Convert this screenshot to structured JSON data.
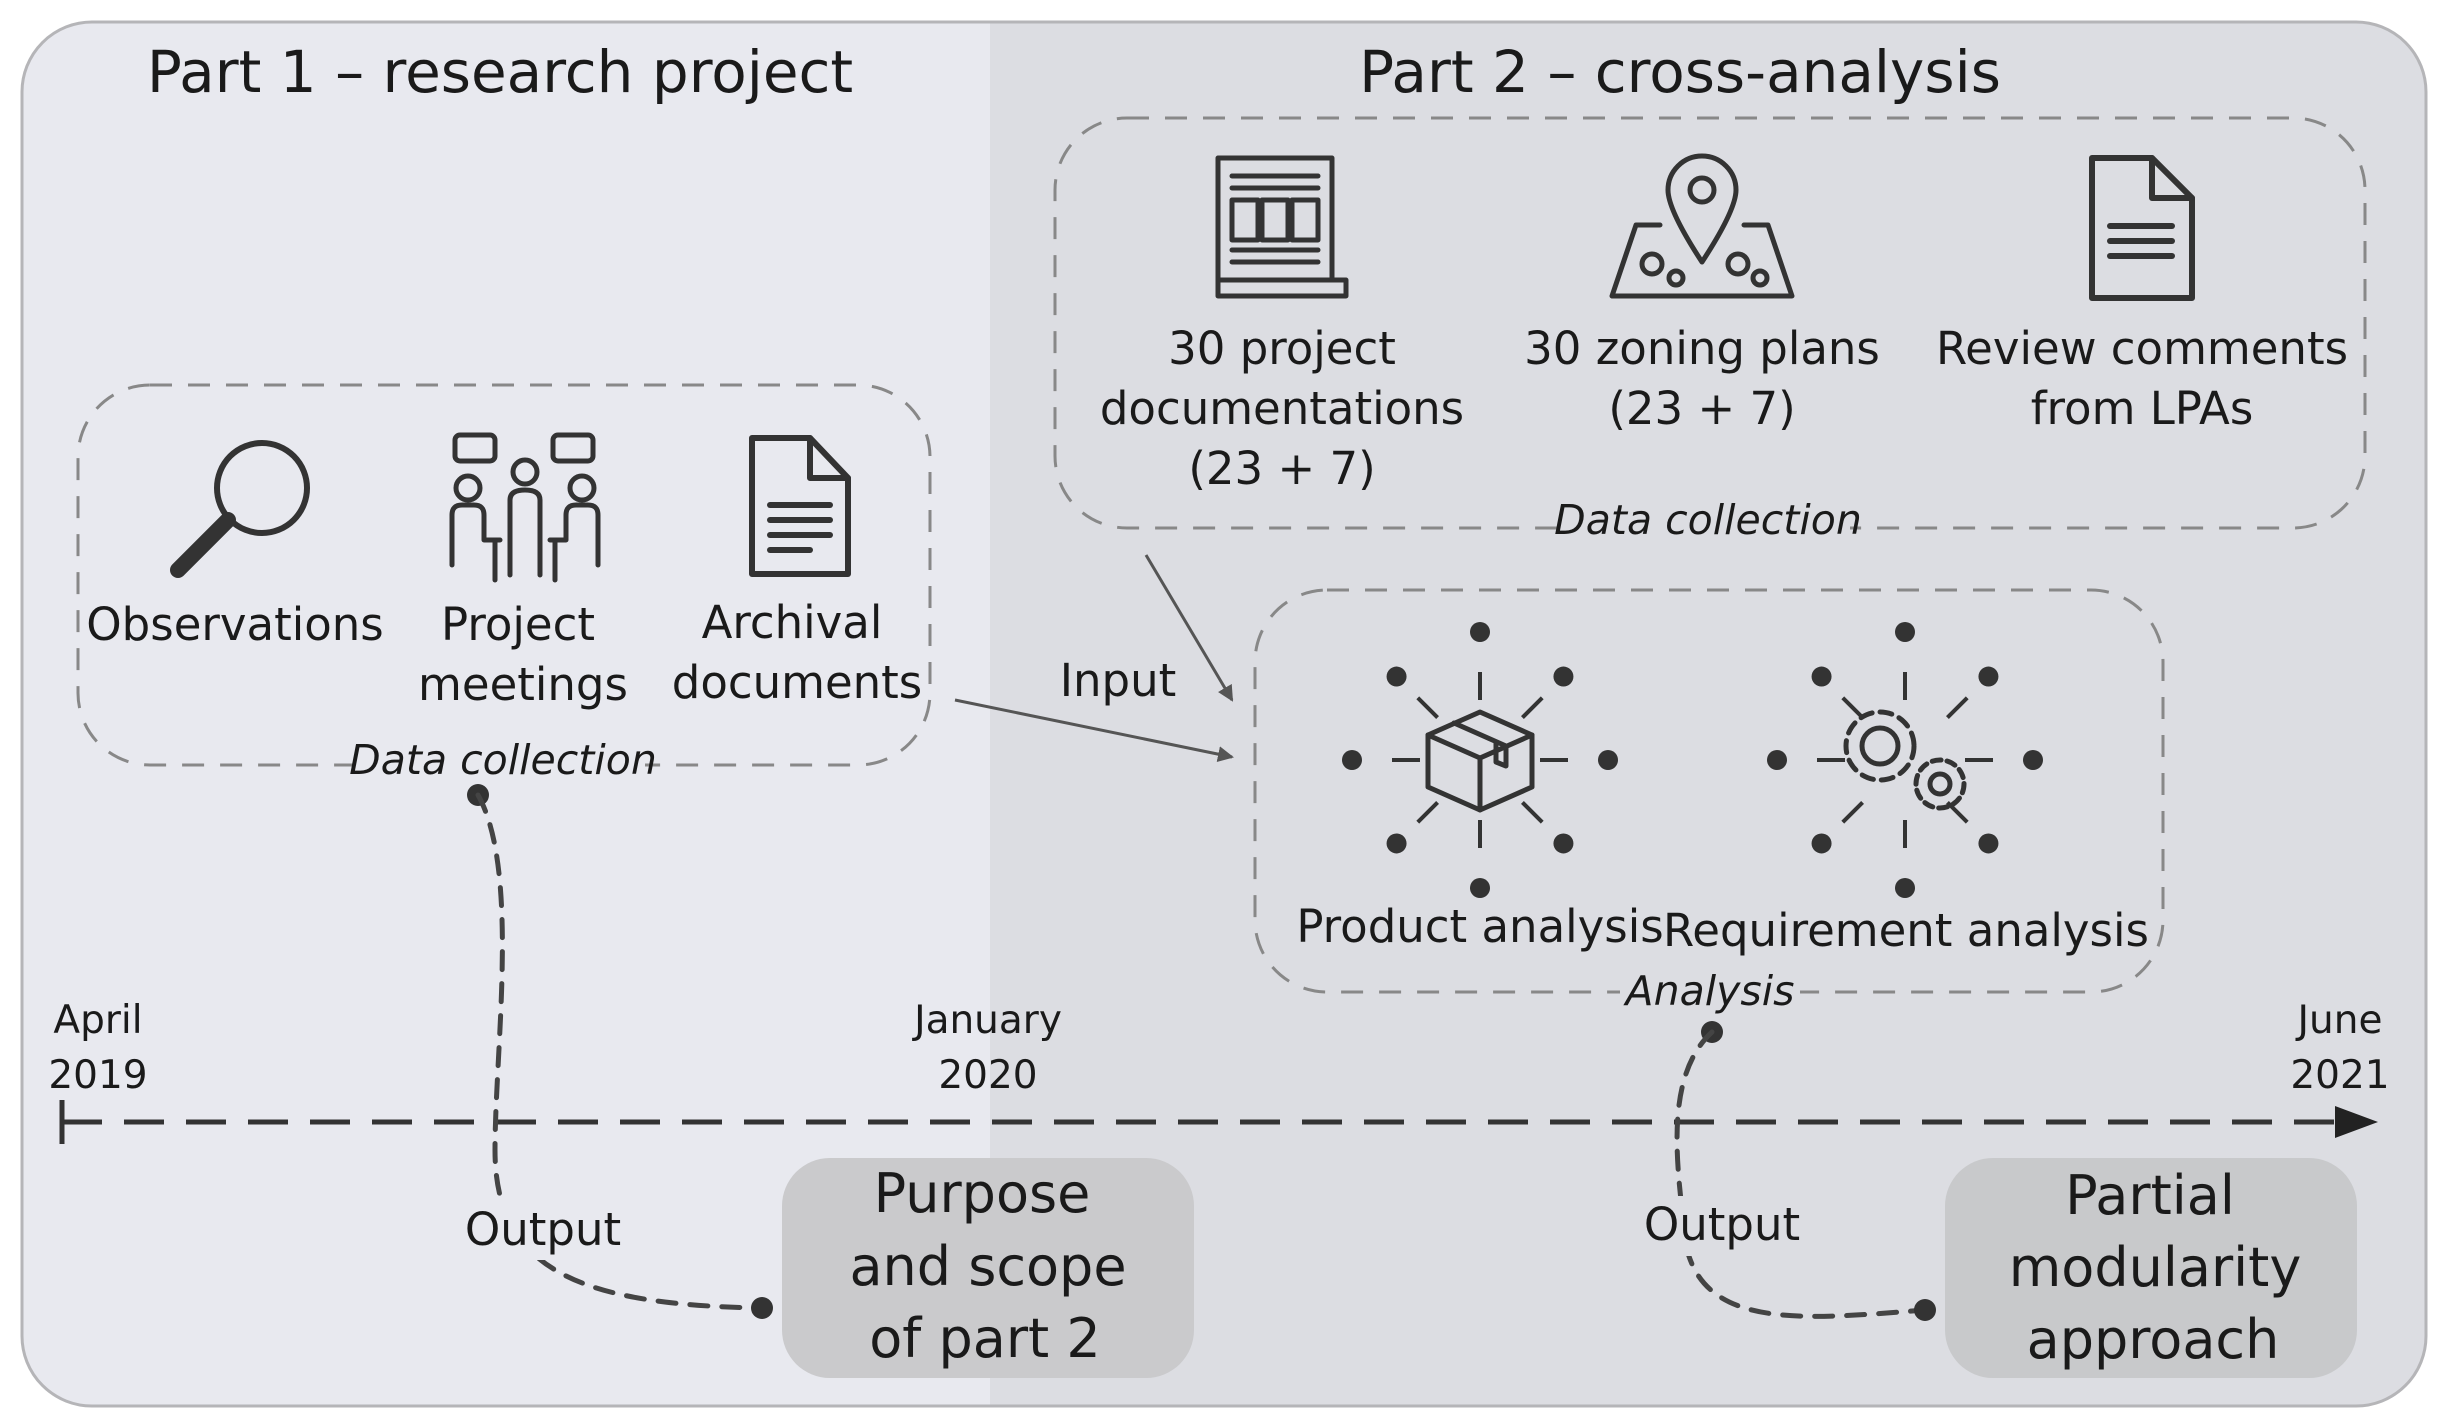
{
  "part1": {
    "title": "Part 1 – research project",
    "collection_label": "Data collection",
    "items": [
      {
        "icon": "magnifier-icon",
        "label_lines": [
          "Observations"
        ]
      },
      {
        "icon": "meeting-icon",
        "label_lines": [
          "Project",
          "meetings"
        ]
      },
      {
        "icon": "document-icon",
        "label_lines": [
          "Archival",
          "documents"
        ]
      }
    ],
    "output_label": "Output",
    "result_lines": [
      "Purpose",
      "and scope",
      "of part 2"
    ]
  },
  "part2": {
    "title": "Part 2 – cross-analysis",
    "collection_label": "Data collection",
    "items": [
      {
        "icon": "blueprint-icon",
        "label_lines": [
          "30 project",
          "documentations",
          "(23 + 7)"
        ]
      },
      {
        "icon": "map-pin-icon",
        "label_lines": [
          "30 zoning plans",
          "(23 + 7)"
        ]
      },
      {
        "icon": "document-icon",
        "label_lines": [
          "Review comments",
          "from LPAs"
        ]
      }
    ],
    "input_label": "Input",
    "analysis_label": "Analysis",
    "analyses": [
      {
        "icon": "package-icon",
        "label": "Product analysis"
      },
      {
        "icon": "gears-icon",
        "label": "Requirement analysis"
      }
    ],
    "output_label": "Output",
    "result_lines": [
      "Partial",
      "modularity",
      "approach"
    ]
  },
  "timeline": {
    "start": {
      "month": "April",
      "year": "2019"
    },
    "middle": {
      "month": "January",
      "year": "2020"
    },
    "end": {
      "month": "June",
      "year": "2021"
    }
  }
}
